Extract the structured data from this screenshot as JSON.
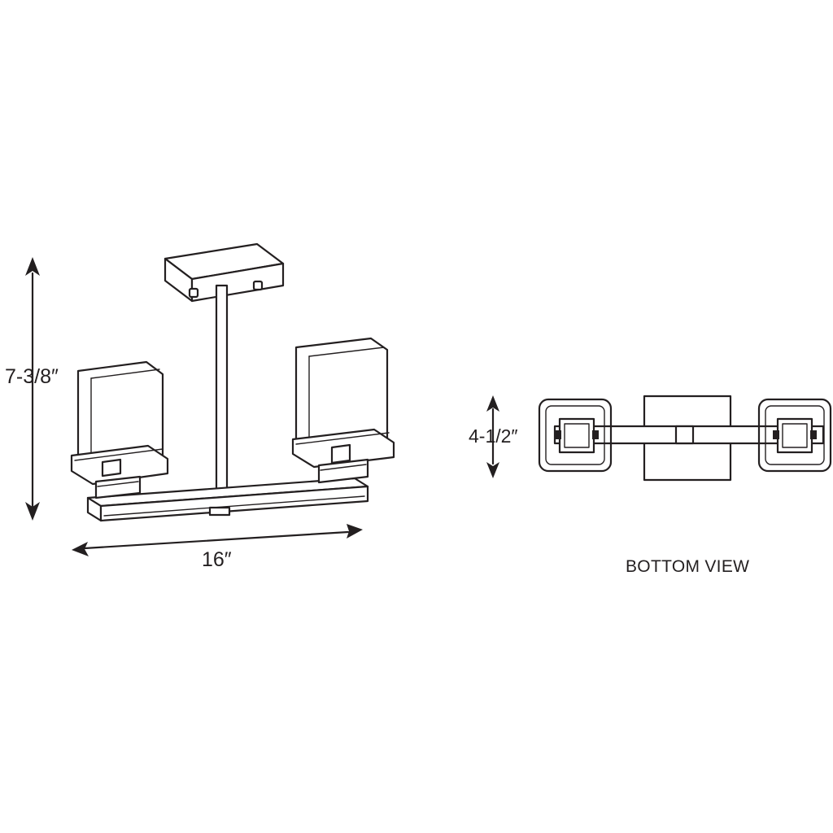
{
  "dimensions": {
    "height": "7-3/8″",
    "width": "16″",
    "depth": "4-1/2″"
  },
  "captions": {
    "bottom_view": "BOTTOM VIEW"
  },
  "colors": {
    "line": "#231f20",
    "background": "#ffffff"
  }
}
